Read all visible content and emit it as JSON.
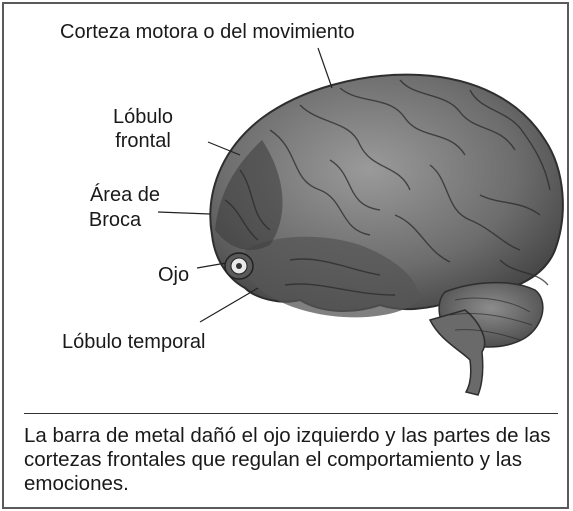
{
  "labels": {
    "motor_cortex": "Corteza motora o del movimiento",
    "frontal_lobe_1": "Lóbulo",
    "frontal_lobe_2": "frontal",
    "broca_1": "Área de",
    "broca_2": "Broca",
    "eye": "Ojo",
    "temporal_lobe": "Lóbulo temporal"
  },
  "caption": "La barra de metal dañó el ojo izquierdo y las partes de las cortezas frontales que regulan el comportamiento y las emociones."
}
